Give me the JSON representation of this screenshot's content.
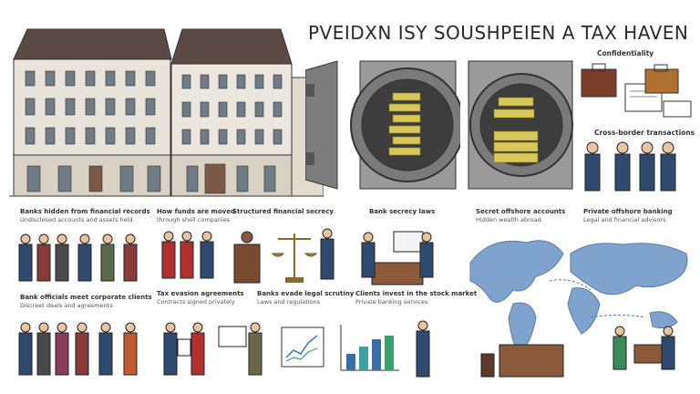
{
  "title": "PVEIDXN ISY SOUSHPEIEN A TAX HAVEN",
  "labels": {
    "confidentiality": "Confidentiality",
    "cross_border": "Cross-border transactions"
  },
  "captions": [
    {
      "line1": "Banks hidden from financial records",
      "line2": "Undisclosed accounts and assets held"
    },
    {
      "line1": "How funds are moved",
      "line2": "through shell companies"
    },
    {
      "line1": "Structured financial secrecy",
      "line2": ""
    },
    {
      "line1": "Bank secrecy laws",
      "line2": ""
    },
    {
      "line1": "Secret offshore accounts",
      "line2": "Hidden wealth abroad"
    },
    {
      "line1": "Private offshore banking",
      "line2": "Legal and financial advisors"
    },
    {
      "line1": "Bank officials meet corporate clients",
      "line2": "Discreet deals and agreements"
    },
    {
      "line1": "Tax evasion agreements",
      "line2": "Contracts signed privately"
    },
    {
      "line1": "Banks evade legal scrutiny",
      "line2": "Laws and regulations"
    },
    {
      "line1": "Clients invest in the stock market",
      "line2": "Private banking services"
    }
  ],
  "colors": {
    "building": "#e9e4da",
    "roof": "#5b4a44",
    "gold": "#d8c85a",
    "vault": "#8c8c8c",
    "map": "#7fa3cc",
    "suit": "#2f4a6e"
  }
}
